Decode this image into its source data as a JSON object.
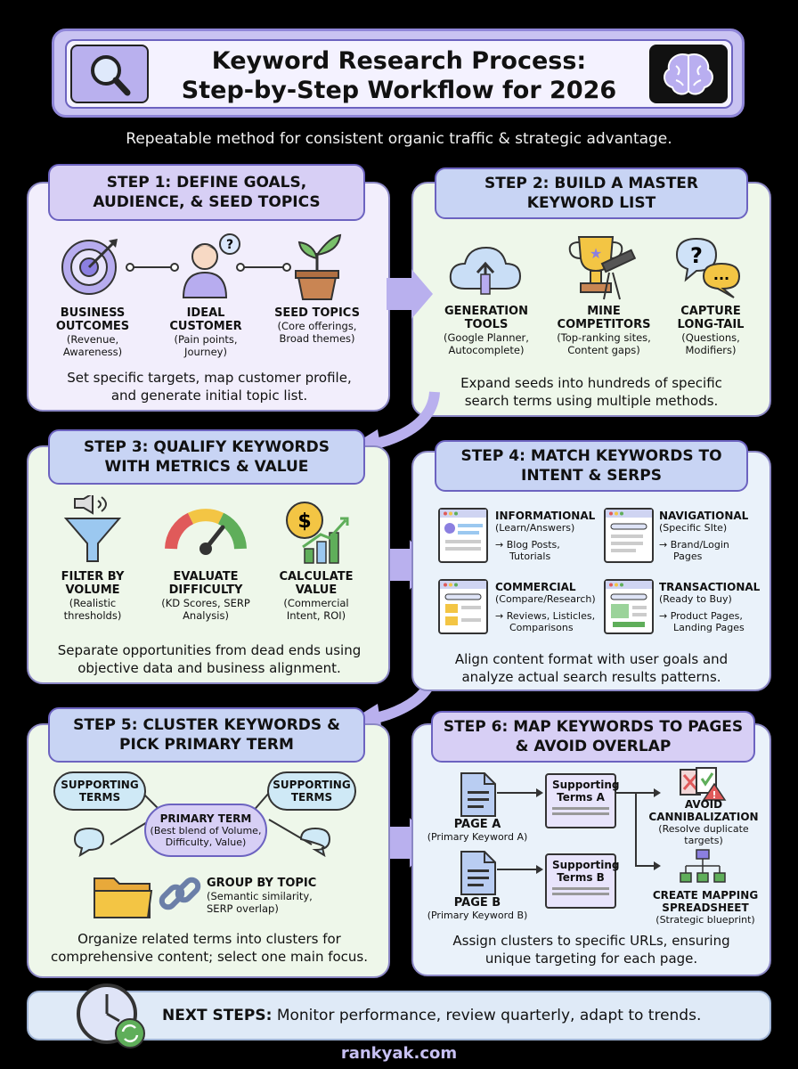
{
  "header": {
    "title_line1": "Keyword Research Process:",
    "title_line2": "Step-by-Step Workflow for 2026",
    "subtitle": "Repeatable method for consistent organic traffic & strategic advantage."
  },
  "step1": {
    "title_line1": "STEP 1: DEFINE GOALS,",
    "title_line2": "AUDIENCE, & SEED TOPICS",
    "items": [
      {
        "title1": "BUSINESS",
        "title2": "OUTCOMES",
        "sub1": "(Revenue,",
        "sub2": "Awareness)"
      },
      {
        "title1": "IDEAL",
        "title2": "CUSTOMER",
        "sub1": "(Pain points,",
        "sub2": "Journey)"
      },
      {
        "title1": "SEED TOPICS",
        "title2": "",
        "sub1": "(Core offerings,",
        "sub2": "Broad themes)"
      }
    ],
    "desc1": "Set specific targets, map customer profile,",
    "desc2": "and generate initial topic list."
  },
  "step2": {
    "title_line1": "STEP 2: BUILD A MASTER",
    "title_line2": "KEYWORD LIST",
    "items": [
      {
        "title1": "GENERATION",
        "title2": "TOOLS",
        "sub1": "(Google Planner,",
        "sub2": "Autocomplete)"
      },
      {
        "title1": "MINE",
        "title2": "COMPETITORS",
        "sub1": "(Top-ranking sites,",
        "sub2": "Content gaps)"
      },
      {
        "title1": "CAPTURE",
        "title2": "LONG-TAIL",
        "sub1": "(Questions,",
        "sub2": "Modifiers)"
      }
    ],
    "desc1": "Expand seeds into hundreds of specific",
    "desc2": "search terms using multiple methods."
  },
  "step3": {
    "title_line1": "STEP 3: QUALIFY KEYWORDS",
    "title_line2": "WITH METRICS & VALUE",
    "items": [
      {
        "title1": "FILTER BY",
        "title2": "VOLUME",
        "sub1": "(Realistic",
        "sub2": "thresholds)"
      },
      {
        "title1": "EVALUATE",
        "title2": "DIFFICULTY",
        "sub1": "(KD Scores, SERP",
        "sub2": "Analysis)"
      },
      {
        "title1": "CALCULATE",
        "title2": "VALUE",
        "sub1": "(Commercial",
        "sub2": "Intent, ROI)"
      }
    ],
    "desc1": "Separate opportunities from dead ends using",
    "desc2": "objective data and business alignment."
  },
  "step4": {
    "title_line1": "STEP 4: MATCH KEYWORDS TO",
    "title_line2": "INTENT & SERPS",
    "intents": [
      {
        "name": "INFORMATIONAL",
        "sub": "(Learn/Answers)",
        "r1": "→ Blog Posts,",
        "r2": "Tutorials"
      },
      {
        "name": "NAVIGATIONAL",
        "sub": "(Specific SIte)",
        "r1": "→ Brand/Login",
        "r2": "Pages"
      },
      {
        "name": "COMMERCIAL",
        "sub": "(Compare/Research)",
        "r1": "→ Reviews, Listicles,",
        "r2": "Comparisons"
      },
      {
        "name": "TRANSACTIONAL",
        "sub": "(Ready to Buy)",
        "r1": "→ Product Pages,",
        "r2": "Landing Pages"
      }
    ],
    "desc1": "Align content format with user goals and",
    "desc2": "analyze actual search results patterns."
  },
  "step5": {
    "title_line1": "STEP 5: CLUSTER KEYWORDS &",
    "title_line2": "PICK PRIMARY TERM",
    "supporting1": "SUPPORTING",
    "supporting2": "TERMS",
    "primary": "PRIMARY TERM",
    "primary_sub1": "(Best blend of Volume,",
    "primary_sub2": "Difficulty, Value)",
    "group_title": "GROUP BY TOPIC",
    "group_sub1": "(Semantic similarity,",
    "group_sub2": "SERP overlap)",
    "desc1": "Organize related terms into clusters for",
    "desc2": "comprehensive content; select one main focus."
  },
  "step6": {
    "title_line1": "STEP 6: MAP KEYWORDS TO PAGES",
    "title_line2": "& AVOID OVERLAP",
    "page_a": "PAGE A",
    "page_a_sub": "(Primary Keyword A)",
    "page_b": "PAGE B",
    "page_b_sub": "(Primary Keyword B)",
    "support_a1": "Supporting",
    "support_a2": "Terms A",
    "support_b1": "Supporting",
    "support_b2": "Terms B",
    "avoid1": "AVOID",
    "avoid2": "CANNIBALIZATION",
    "avoid_sub1": "(Resolve duplicate",
    "avoid_sub2": "targets)",
    "map1": "CREATE MAPPING",
    "map2": "SPREADSHEET",
    "map_sub": "(Strategic blueprint)",
    "desc1": "Assign clusters to specific URLs, ensuring",
    "desc2": "unique targeting for each page."
  },
  "next_steps": {
    "label": "NEXT STEPS:",
    "text": " Monitor performance, review quarterly, adapt to trends."
  },
  "footer": "rankyak.com"
}
